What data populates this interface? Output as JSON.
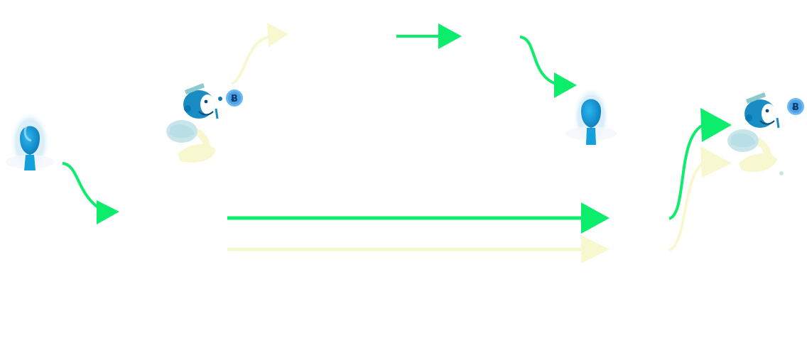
{
  "diagram": {
    "kind": "flow-illustration",
    "background": "#ffffff",
    "colors": {
      "active_arrow": "#0ced6c",
      "muted_arrow": "#f8f8d0",
      "person_blue": "#1aa0d8",
      "person_halo": "#d6ecf8",
      "coin": "#6ab8f0"
    },
    "nodes": [
      {
        "id": "user-left",
        "icon": "person-icon"
      },
      {
        "id": "trader-left",
        "icon": "bitcoin-trader-icon",
        "coin_symbol": "Ƀ"
      },
      {
        "id": "user-right",
        "icon": "person-icon"
      },
      {
        "id": "trader-right",
        "icon": "bitcoin-trader-icon",
        "coin_symbol": "Ƀ"
      }
    ],
    "arrows": [
      {
        "id": "user-left-out",
        "style": "active"
      },
      {
        "id": "trader-left-up",
        "style": "muted"
      },
      {
        "id": "top-middle",
        "style": "active"
      },
      {
        "id": "top-right-down",
        "style": "active"
      },
      {
        "id": "long-active",
        "style": "active"
      },
      {
        "id": "long-muted",
        "style": "muted"
      },
      {
        "id": "right-up-active",
        "style": "active"
      },
      {
        "id": "right-up-muted",
        "style": "muted"
      }
    ]
  }
}
